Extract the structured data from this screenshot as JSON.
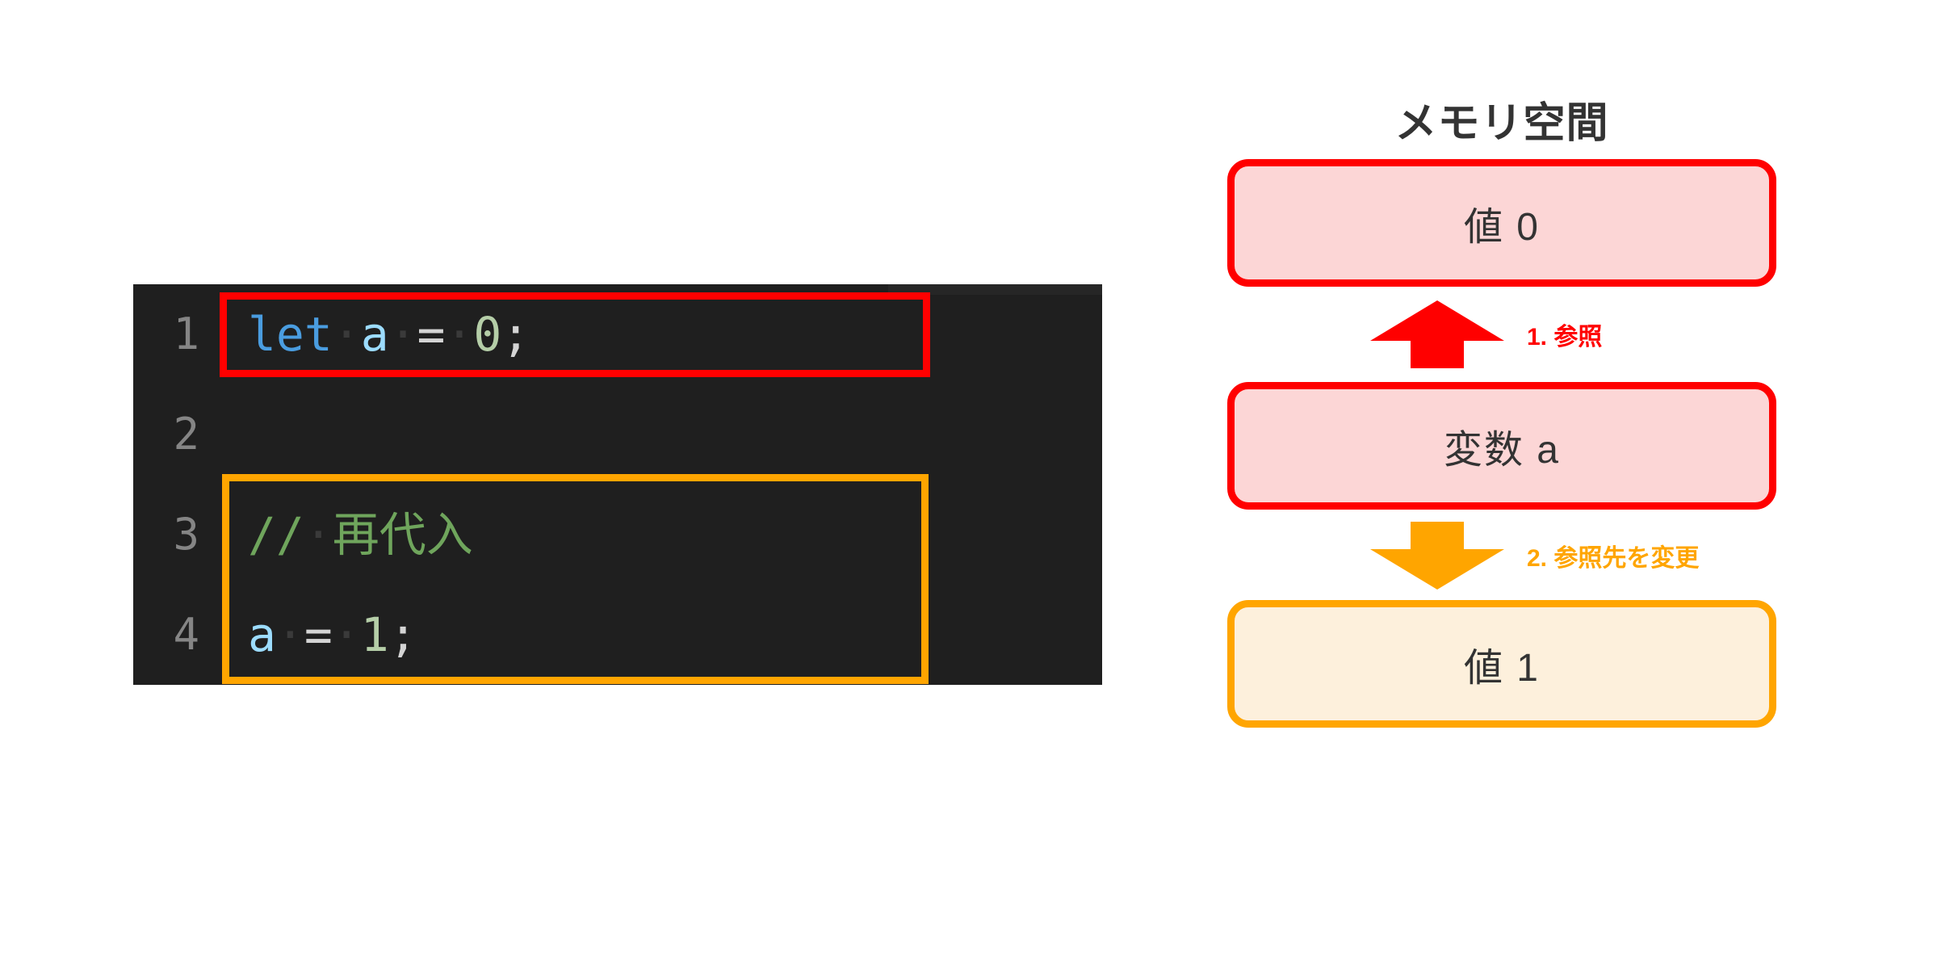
{
  "code_panel": {
    "lines": [
      {
        "number": "1",
        "tokens": [
          {
            "text": "let",
            "type": "keyword"
          },
          {
            "text": "·",
            "type": "space"
          },
          {
            "text": "a",
            "type": "variable"
          },
          {
            "text": "·",
            "type": "space"
          },
          {
            "text": "=",
            "type": "operator"
          },
          {
            "text": "·",
            "type": "space"
          },
          {
            "text": "0",
            "type": "number"
          },
          {
            "text": ";",
            "type": "punct"
          }
        ]
      },
      {
        "number": "2",
        "tokens": []
      },
      {
        "number": "3",
        "tokens": [
          {
            "text": "//",
            "type": "comment"
          },
          {
            "text": "·",
            "type": "space"
          },
          {
            "text": "再代入",
            "type": "comment"
          }
        ]
      },
      {
        "number": "4",
        "tokens": [
          {
            "text": "a",
            "type": "variable"
          },
          {
            "text": "·",
            "type": "space"
          },
          {
            "text": "=",
            "type": "operator"
          },
          {
            "text": "·",
            "type": "space"
          },
          {
            "text": "1",
            "type": "number"
          },
          {
            "text": ";",
            "type": "punct"
          }
        ]
      }
    ],
    "highlight_red_color": "#ff0000",
    "highlight_orange_color": "#ffa500",
    "background_color": "#1f1f1f"
  },
  "memory_diagram": {
    "title": "メモリ空間",
    "boxes": [
      {
        "label": "値 0",
        "border_color": "#ff0000",
        "fill_color": "#fcd6d6"
      },
      {
        "label": "変数 a",
        "border_color": "#ff0000",
        "fill_color": "#fcd6d6"
      },
      {
        "label": "値 1",
        "border_color": "#ffa500",
        "fill_color": "#fdf0dc"
      }
    ],
    "arrows": [
      {
        "label": "1. 参照",
        "direction": "up",
        "color": "#ff0000"
      },
      {
        "label": "2. 参照先を変更",
        "direction": "down",
        "color": "#ffa500"
      }
    ]
  }
}
